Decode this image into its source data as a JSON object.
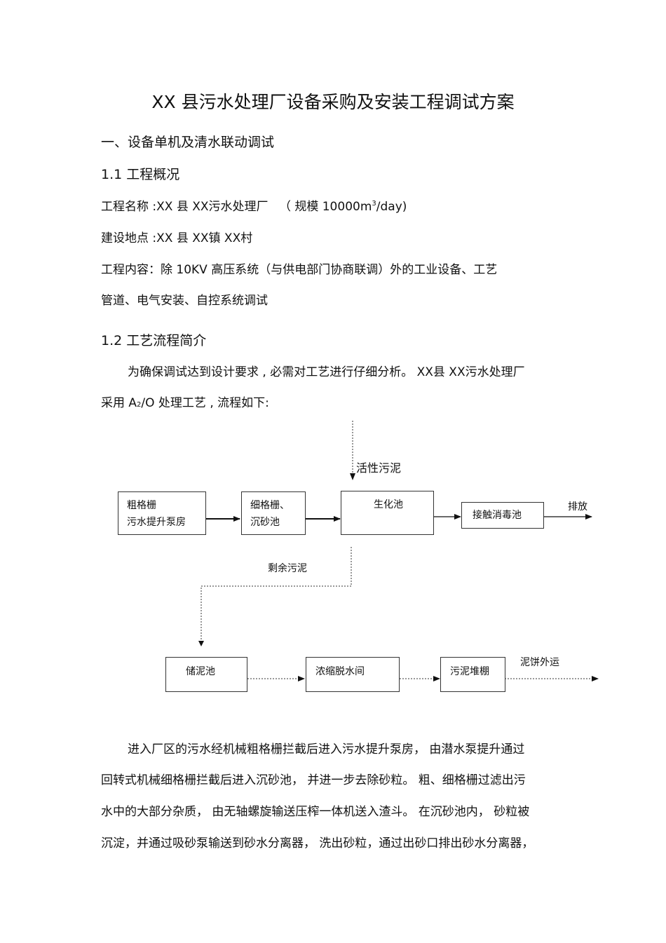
{
  "doc": {
    "title": "XX   县污水处理厂设备采购及安装工程调试方案",
    "section1": "一、设备单机及清水联动调试",
    "sub1_1": "1.1  工程概况",
    "project_name_label": "工程名称  :XX 县  XX污水处理厂",
    "project_scale_prefix": "（ 规模  10000m",
    "project_scale_sup": "3",
    "project_scale_suffix": "/day)",
    "location": "建设地点  :XX 县  XX镇 XX村",
    "content_line1": "工程内容：除     10KV 高压系统（与供电部门协商联调）外的工业设备、工艺",
    "content_line2": "管道、电气安装、自控系统调试",
    "sub1_2": "1.2  工艺流程简介",
    "intro_line1": "为确保调试达到设计要求  , 必需对工艺进行仔细分析。   XX县  XX污水处理厂",
    "intro_line2_a": "采用  A",
    "intro_line2_sub": "2",
    "intro_line2_b": "/O 处理工艺 , 流程如下:",
    "body_line1": "进入厂区的污水经机械粗格栅拦截后进入污水提升泵房，      由潜水泵提升通过",
    "body_line2": "回转式机械细格栅拦截后进入沉砂池，     并进一步去除砂粒。  粗、细格栅过滤出污",
    "body_line3": "水中的大部分杂质，   由无轴螺旋输送压榨一体机送入渣斗。     在沉砂池内，  砂粒被",
    "body_line4": "沉淀，并通过吸砂泵输送到砂水分离器，     洗出砂粒，通过出砂口排出砂水分离器，"
  },
  "flow": {
    "activated_sludge": "活性污泥",
    "box_coarse_line1": "粗格栅",
    "box_coarse_line2": "污水提升泵房",
    "box_fine_line1": "细格栅、",
    "box_fine_line2": "沉砂池",
    "box_bio": "生化池",
    "box_contact": "接触消毒池",
    "discharge": "排放",
    "surplus_sludge": "剩余污泥",
    "box_storage": "储泥池",
    "box_dewater": "浓缩脱水间",
    "box_shed": "污泥堆棚",
    "cake_out": "泥饼外运"
  }
}
